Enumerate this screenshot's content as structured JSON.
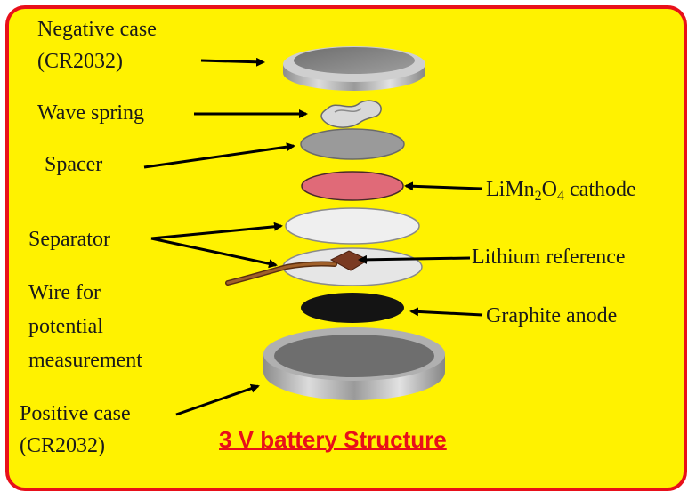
{
  "labels": {
    "negative_case_1": "Negative case",
    "negative_case_2": "(CR2032)",
    "wave_spring": "Wave spring",
    "spacer": "Spacer",
    "cathode": "LiMn",
    "cathode_sub_1": "2",
    "cathode_mid": "O",
    "cathode_sub_2": "4",
    "cathode_end": " cathode",
    "separator": "Separator",
    "lithium_reference": "Lithium reference",
    "wire_1": "Wire for",
    "wire_2": "potential",
    "wire_3": "measurement",
    "graphite_anode": "Graphite anode",
    "positive_case_1": "Positive case",
    "positive_case_2": "(CR2032)"
  },
  "caption": "3 V battery Structure",
  "colors": {
    "background": "#fff200",
    "border": "#e8101a",
    "caption": "#e8101a",
    "cathode": "#e06a78",
    "anode": "#141414",
    "wire": "#8a4a18"
  }
}
